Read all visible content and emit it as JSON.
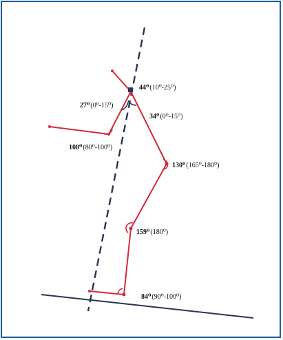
{
  "angles": [
    {
      "id": "trunk-hip",
      "value": "44⁰",
      "range": "(10⁰-25⁰)"
    },
    {
      "id": "shoulder",
      "value": "27⁰",
      "range": "(0⁰-15⁰)"
    },
    {
      "id": "trunk-line",
      "value": "34⁰",
      "range": "(0⁰-15⁰)"
    },
    {
      "id": "elbow",
      "value": "108⁰",
      "range": "(80⁰-100⁰)"
    },
    {
      "id": "hip",
      "value": "130⁰",
      "range": "(165⁰-180⁰)"
    },
    {
      "id": "knee",
      "value": "159⁰",
      "range": "(180⁰)"
    },
    {
      "id": "ankle",
      "value": "84⁰",
      "range": "(90⁰-100⁰)"
    }
  ],
  "colors": {
    "frame": "#1e5aa8",
    "body": "#d42a3a",
    "dashed": "#2b3550",
    "ground": "#2b3550"
  }
}
